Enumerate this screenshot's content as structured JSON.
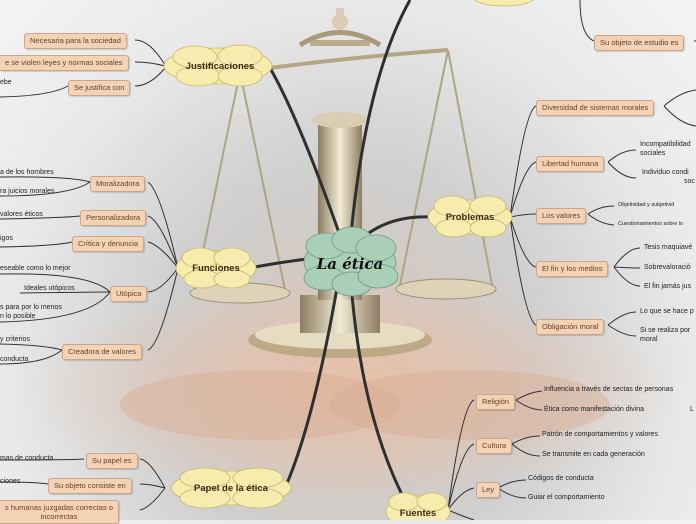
{
  "center": {
    "label": "La ética"
  },
  "branches": {
    "justificaciones": "Justificaciones",
    "funciones": "Funciones",
    "problemas": "Problemas",
    "papel": "Papel de la ética",
    "fuentes": "Fuentes"
  },
  "justificaciones": {
    "subs": [
      "Necesaria para la sociedad",
      "e se violen leyes y normas sociales",
      "Se justifica con"
    ],
    "leaves": [
      "ebe"
    ]
  },
  "funciones": {
    "subs": [
      "Moralizadora",
      "Personalizadora",
      "Crítica y denuncia",
      "Utópica",
      "Creadora de valores"
    ],
    "leaves": [
      "a de los hombres",
      "ra juicios morales",
      "valores éticos",
      "igos",
      "eseable como lo mejor",
      "Ideales utópicos",
      "s para por lo menos",
      "n lo posible",
      "y criterios",
      "conducta"
    ]
  },
  "problemas": {
    "subs": [
      "Diversidad de sistemas morales",
      "Libertad humana",
      "Los valores",
      "El fin y los medios",
      "Obligación moral"
    ],
    "leaves": [
      "Incompatibilidad",
      "sociales",
      "Individuo condi",
      "soc",
      "Objetividad y subjetivid",
      "Cuestionamientos sobre lo",
      "Tesis maquiavé",
      "Sobrevaloració",
      "El fin jamás jus",
      "Lo que se hace p",
      "Si se realiza por",
      "moral"
    ]
  },
  "top_right": {
    "sub": "Su objeto de estudio es"
  },
  "papel": {
    "subs": [
      "Su papel es",
      "Su objeto consiste en",
      "s humanas juzgadas correctas o",
      "incorrectas"
    ],
    "leaves": [
      "mas de conducta",
      "ciones"
    ]
  },
  "fuentes": {
    "subs": [
      "Religión",
      "Cultura",
      "Ley"
    ],
    "leaves": [
      "Influencia a través de sectas de personas",
      "Ética como manifestación divina",
      "L",
      "Patrón de comportamientos y valores",
      "Se transmite en cada generación",
      "Códigos de conducta",
      "Guiar el comportamiento"
    ]
  },
  "colors": {
    "cloud": "#f5ecae",
    "center_cloud": "#a9cfb8",
    "box": "#f3d2b6",
    "line": "#333333"
  }
}
